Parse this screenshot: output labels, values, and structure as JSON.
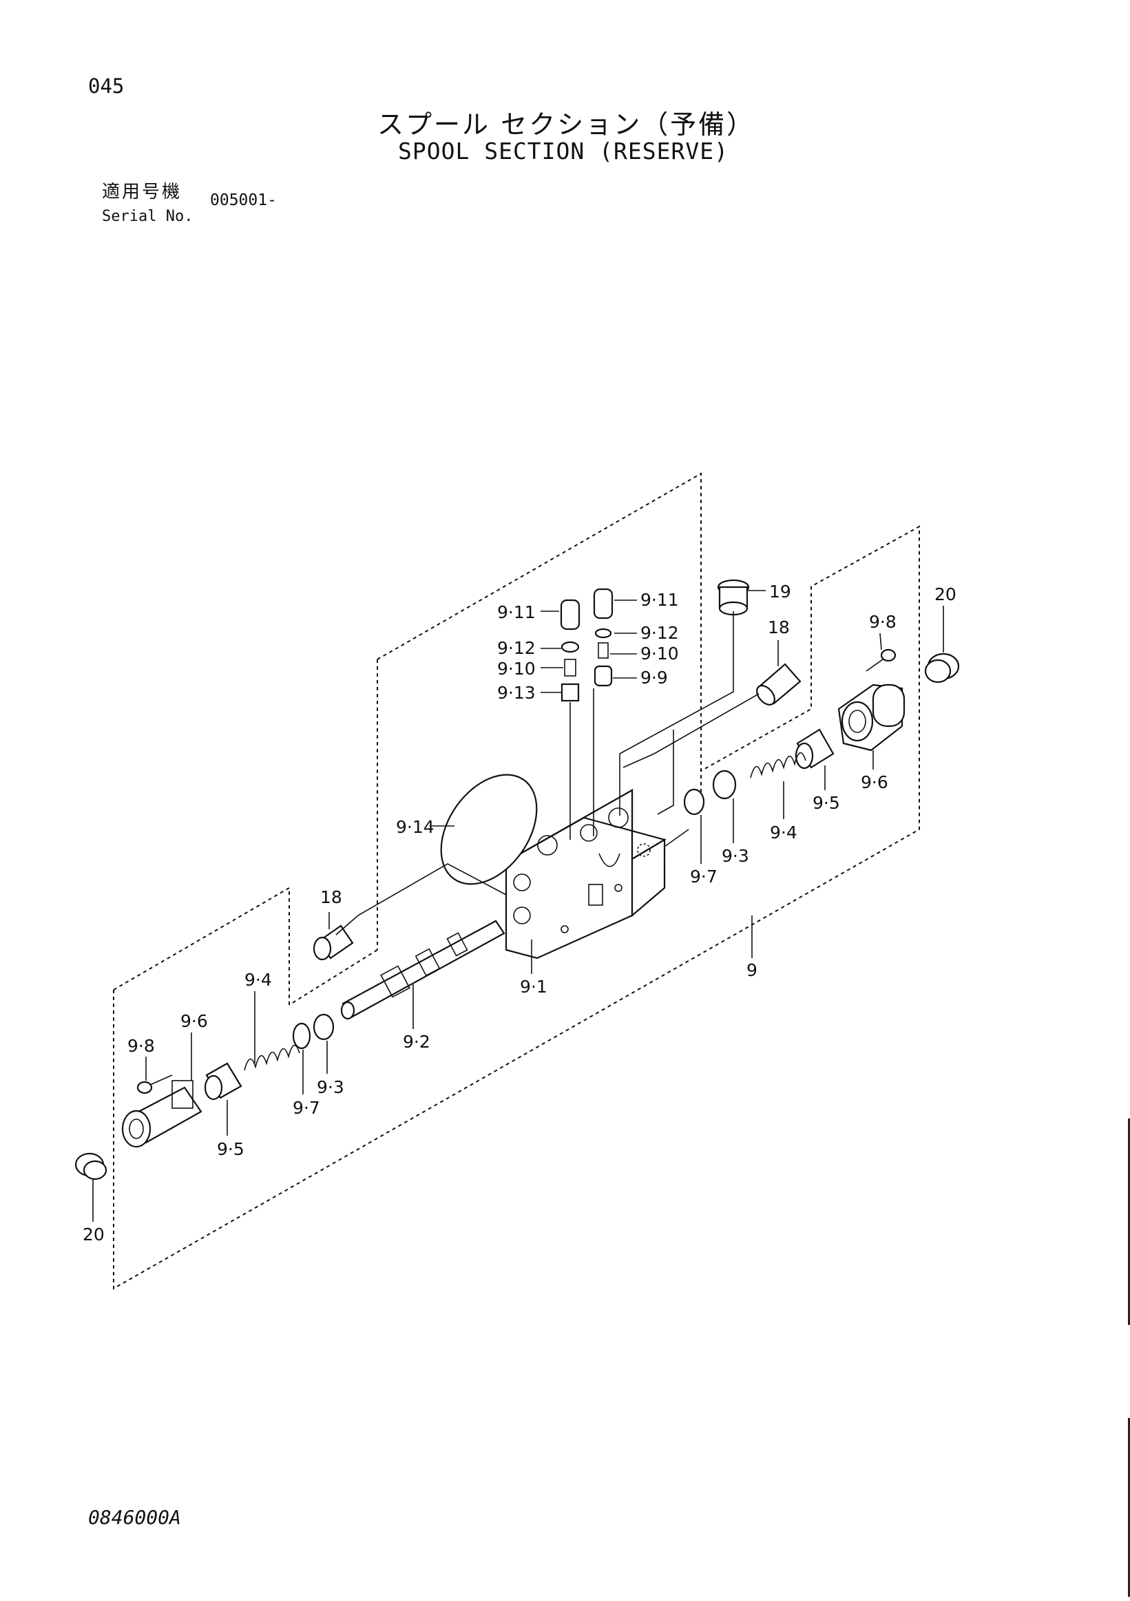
{
  "header": {
    "page_number": "045",
    "title_jp": "スプール セクション（予備）",
    "title_en": "SPOOL SECTION (RESERVE)",
    "serial_label_jp": "適用号機",
    "serial_label_en": "Serial No.",
    "serial_value": "005001-"
  },
  "callouts": {
    "c9_11a": "9·11",
    "c9_12a": "9·12",
    "c9_10a": "9·10",
    "c9_13": "9·13",
    "c9_11b": "9·11",
    "c9_12b": "9·12",
    "c9_10b": "9·10",
    "c9_9": "9·9",
    "c19": "19",
    "c18a": "18",
    "c20a": "20",
    "c9_8a": "9·8",
    "c9_6a": "9·6",
    "c9_5a": "9·5",
    "c9_4a": "9·4",
    "c9_3a": "9·3",
    "c9_7a": "9·7",
    "c9_14": "9·14",
    "c18b": "18",
    "c9_1": "9·1",
    "c9": "9",
    "c9_2": "9·2",
    "c9_4b": "9·4",
    "c9_6b": "9·6",
    "c9_8b": "9·8",
    "c9_3b": "9·3",
    "c9_7b": "9·7",
    "c9_5b": "9·5",
    "c20b": "20"
  },
  "footer": {
    "drawing_code": "0846000A"
  }
}
